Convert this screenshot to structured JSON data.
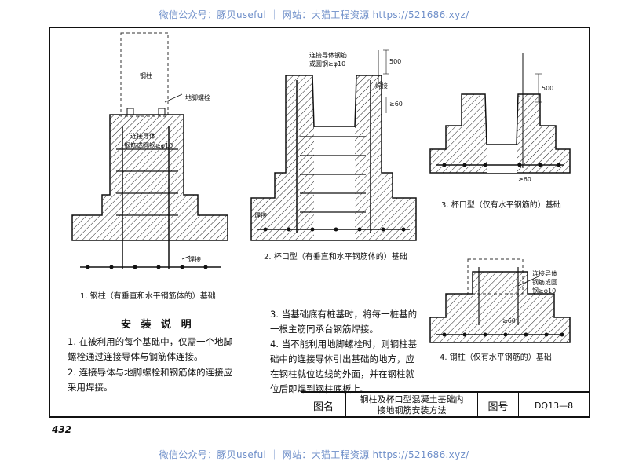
{
  "watermark": {
    "top": "微信公众号：豚贝useful ｜ 网站：大猫工程资源 https://521686.xyz/",
    "bottom": "微信公众号：豚贝useful ｜ 网站：大猫工程资源 https://521686.xyz/"
  },
  "figures": {
    "fig1": {
      "caption": "1. 钢柱（有垂直和水平钢筋体的）基础",
      "label_column": "钢柱",
      "label_bolt": "地脚螺栓",
      "label_conductor_1": "连接导体",
      "label_conductor_2": "钢筋或圆钢≥φ10",
      "label_weld": "焊接"
    },
    "fig2": {
      "caption": "2. 杯口型（有垂直和水平钢筋体的）基础",
      "label_conductor_1": "连接导体钢筋",
      "label_conductor_2": "或圆钢≥φ10",
      "label_weld_top": "焊接",
      "label_weld_bottom": "焊接",
      "dim_500": "500",
      "dim_60": "≥60"
    },
    "fig3": {
      "caption": "3. 杯口型（仅有水平钢筋的）基础",
      "dim_500": "500",
      "dim_60": "≥60"
    },
    "fig4": {
      "caption": "4. 钢柱（仅有水平钢筋的）基础",
      "label_conductor_1": "连接导体",
      "label_conductor_2": "钢筋或圆",
      "label_conductor_3": "钢≥φ10",
      "dim_60": "≥60"
    }
  },
  "notes": {
    "title": "安 装 说 明",
    "item1": "1. 在被利用的每个基础中，仅需一个地脚螺栓通过连接导体与钢筋体连接。",
    "item2": "2. 连接导体与地脚螺栓和钢筋体的连接应采用焊接。",
    "item3": "3. 当基础底有桩基时，将每一桩基的一根主筋同承台钢筋焊接。",
    "item4": "4. 当不能利用地脚螺栓时，则钢柱基础中的连接导体引出基础的地方，应在钢柱就位边线的外面，并在钢柱就位后即焊到钢柱底板上。"
  },
  "title_block": {
    "name_label": "图名",
    "name_line1": "钢柱及杯口型混凝土基础内",
    "name_line2": "接地钢筋安装方法",
    "number_label": "图号",
    "number_value": "DQ13—8"
  },
  "page_number": "432"
}
